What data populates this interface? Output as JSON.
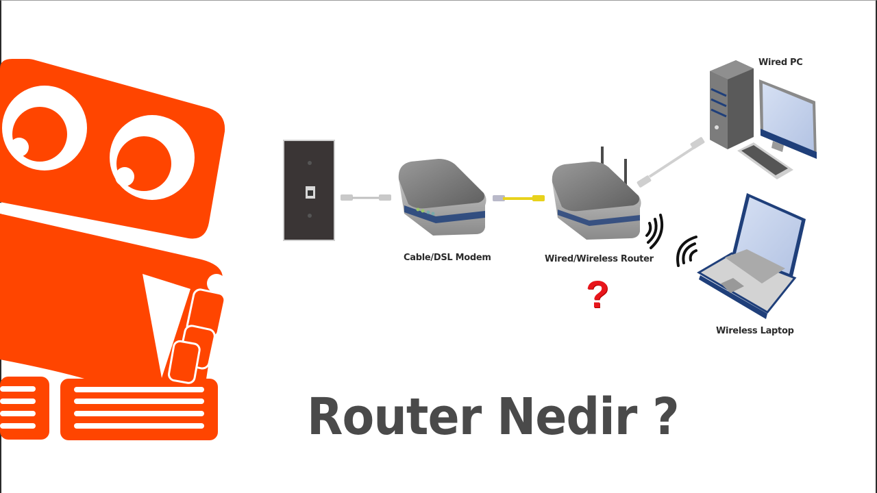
{
  "title": "Router Nedir ?",
  "colors": {
    "brand_orange": "#ff4500",
    "title_gray": "#4a4a4a",
    "question_red": "#e8151b",
    "device_gray": "#7a7a7a",
    "accent_blue": "#1f3f7a",
    "screen_blue": "#c9d6ee",
    "cable_yellow": "#e8d21c"
  },
  "diagram": {
    "nodes": [
      {
        "id": "wall-jack",
        "label": ""
      },
      {
        "id": "modem",
        "label": "Cable/DSL Modem"
      },
      {
        "id": "router",
        "label": "Wired/Wireless Router"
      },
      {
        "id": "wired-pc",
        "label": "Wired PC"
      },
      {
        "id": "laptop",
        "label": "Wireless Laptop"
      }
    ],
    "links": [
      {
        "from": "wall-jack",
        "to": "modem",
        "type": "phone cable (gray)"
      },
      {
        "from": "modem",
        "to": "router",
        "type": "ethernet cable (yellow)"
      },
      {
        "from": "router",
        "to": "wired-pc",
        "type": "ethernet cable (gray)"
      },
      {
        "from": "router",
        "to": "laptop",
        "type": "wireless"
      }
    ],
    "question_mark": "?"
  },
  "icons": {
    "mascot": "orange-robot-mascot",
    "wifi": "wifi-waves-icon"
  }
}
